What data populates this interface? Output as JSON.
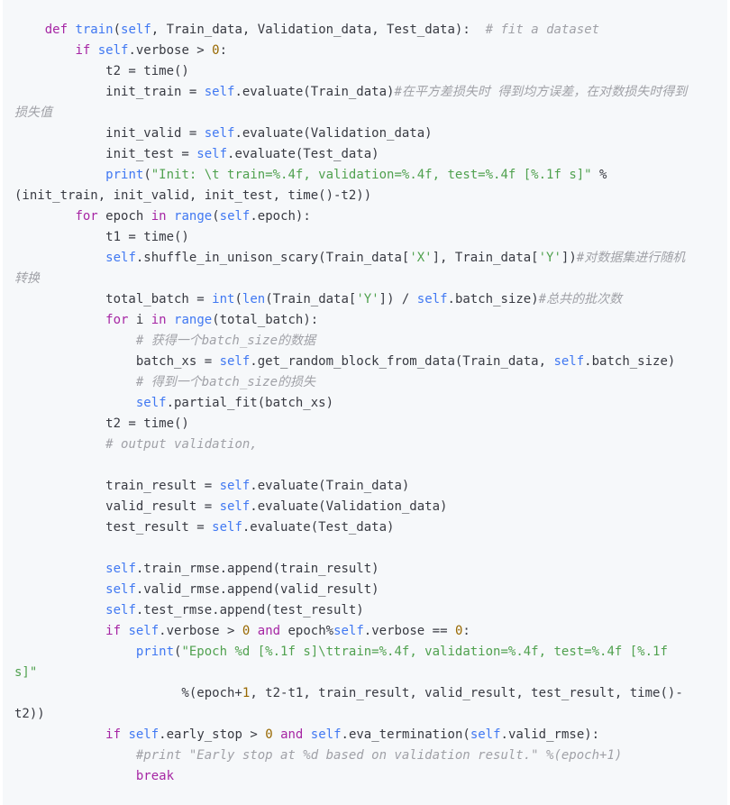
{
  "code": {
    "language": "python",
    "lines": [
      [
        {
          "t": "    ",
          "k": "id"
        },
        {
          "t": "def",
          "k": "kw"
        },
        {
          "t": " ",
          "k": "id"
        },
        {
          "t": "train",
          "k": "fn"
        },
        {
          "t": "(",
          "k": "op"
        },
        {
          "t": "self",
          "k": "self"
        },
        {
          "t": ", Train_data, Validation_data, Test_data):  ",
          "k": "id"
        },
        {
          "t": "# fit a dataset",
          "k": "com"
        }
      ],
      [
        {
          "t": "        ",
          "k": "id"
        },
        {
          "t": "if",
          "k": "kw"
        },
        {
          "t": " ",
          "k": "id"
        },
        {
          "t": "self",
          "k": "self"
        },
        {
          "t": ".verbose > ",
          "k": "id"
        },
        {
          "t": "0",
          "k": "num"
        },
        {
          "t": ":",
          "k": "op"
        }
      ],
      [
        {
          "t": "            t2 = time()",
          "k": "id"
        }
      ],
      [
        {
          "t": "            init_train = ",
          "k": "id"
        },
        {
          "t": "self",
          "k": "self"
        },
        {
          "t": ".evaluate(Train_data)",
          "k": "id"
        },
        {
          "t": "#在平方差损失时 得到均方误差，在对数损失时得到",
          "k": "com"
        }
      ],
      [
        {
          "t": "损失值",
          "k": "com"
        }
      ],
      [
        {
          "t": "            init_valid = ",
          "k": "id"
        },
        {
          "t": "self",
          "k": "self"
        },
        {
          "t": ".evaluate(Validation_data)",
          "k": "id"
        }
      ],
      [
        {
          "t": "            init_test = ",
          "k": "id"
        },
        {
          "t": "self",
          "k": "self"
        },
        {
          "t": ".evaluate(Test_data)",
          "k": "id"
        }
      ],
      [
        {
          "t": "            ",
          "k": "id"
        },
        {
          "t": "print",
          "k": "fn"
        },
        {
          "t": "(",
          "k": "op"
        },
        {
          "t": "\"Init: \\t train=%.4f, validation=%.4f, test=%.4f [%.1f s]\"",
          "k": "str"
        },
        {
          "t": " %",
          "k": "op"
        }
      ],
      [
        {
          "t": "(init_train, init_valid, init_test, time()-t2))",
          "k": "id"
        }
      ],
      [
        {
          "t": "        ",
          "k": "id"
        },
        {
          "t": "for",
          "k": "kw"
        },
        {
          "t": " epoch ",
          "k": "id"
        },
        {
          "t": "in",
          "k": "kw"
        },
        {
          "t": " ",
          "k": "id"
        },
        {
          "t": "range",
          "k": "fn"
        },
        {
          "t": "(",
          "k": "op"
        },
        {
          "t": "self",
          "k": "self"
        },
        {
          "t": ".epoch):",
          "k": "id"
        }
      ],
      [
        {
          "t": "            t1 = time()",
          "k": "id"
        }
      ],
      [
        {
          "t": "            ",
          "k": "id"
        },
        {
          "t": "self",
          "k": "self"
        },
        {
          "t": ".shuffle_in_unison_scary(Train_data[",
          "k": "id"
        },
        {
          "t": "'X'",
          "k": "str"
        },
        {
          "t": "], Train_data[",
          "k": "id"
        },
        {
          "t": "'Y'",
          "k": "str"
        },
        {
          "t": "])",
          "k": "id"
        },
        {
          "t": "#对数据集进行随机",
          "k": "com"
        }
      ],
      [
        {
          "t": "转换",
          "k": "com"
        }
      ],
      [
        {
          "t": "            total_batch = ",
          "k": "id"
        },
        {
          "t": "int",
          "k": "fn"
        },
        {
          "t": "(",
          "k": "op"
        },
        {
          "t": "len",
          "k": "fn"
        },
        {
          "t": "(Train_data[",
          "k": "id"
        },
        {
          "t": "'Y'",
          "k": "str"
        },
        {
          "t": "]) / ",
          "k": "id"
        },
        {
          "t": "self",
          "k": "self"
        },
        {
          "t": ".batch_size)",
          "k": "id"
        },
        {
          "t": "#总共的批次数",
          "k": "com"
        }
      ],
      [
        {
          "t": "            ",
          "k": "id"
        },
        {
          "t": "for",
          "k": "kw"
        },
        {
          "t": " i ",
          "k": "id"
        },
        {
          "t": "in",
          "k": "kw"
        },
        {
          "t": " ",
          "k": "id"
        },
        {
          "t": "range",
          "k": "fn"
        },
        {
          "t": "(total_batch):",
          "k": "id"
        }
      ],
      [
        {
          "t": "                ",
          "k": "id"
        },
        {
          "t": "# 获得一个batch_size的数据",
          "k": "com"
        }
      ],
      [
        {
          "t": "                batch_xs = ",
          "k": "id"
        },
        {
          "t": "self",
          "k": "self"
        },
        {
          "t": ".get_random_block_from_data(Train_data, ",
          "k": "id"
        },
        {
          "t": "self",
          "k": "self"
        },
        {
          "t": ".batch_size)",
          "k": "id"
        }
      ],
      [
        {
          "t": "                ",
          "k": "id"
        },
        {
          "t": "# 得到一个batch_size的损失",
          "k": "com"
        }
      ],
      [
        {
          "t": "                ",
          "k": "id"
        },
        {
          "t": "self",
          "k": "self"
        },
        {
          "t": ".partial_fit(batch_xs)",
          "k": "id"
        }
      ],
      [
        {
          "t": "            t2 = time()",
          "k": "id"
        }
      ],
      [
        {
          "t": "            ",
          "k": "id"
        },
        {
          "t": "# output validation,",
          "k": "com"
        }
      ],
      [
        {
          "t": "",
          "k": "id"
        }
      ],
      [
        {
          "t": "            train_result = ",
          "k": "id"
        },
        {
          "t": "self",
          "k": "self"
        },
        {
          "t": ".evaluate(Train_data)",
          "k": "id"
        }
      ],
      [
        {
          "t": "            valid_result = ",
          "k": "id"
        },
        {
          "t": "self",
          "k": "self"
        },
        {
          "t": ".evaluate(Validation_data)",
          "k": "id"
        }
      ],
      [
        {
          "t": "            test_result = ",
          "k": "id"
        },
        {
          "t": "self",
          "k": "self"
        },
        {
          "t": ".evaluate(Test_data)",
          "k": "id"
        }
      ],
      [
        {
          "t": "",
          "k": "id"
        }
      ],
      [
        {
          "t": "            ",
          "k": "id"
        },
        {
          "t": "self",
          "k": "self"
        },
        {
          "t": ".train_rmse.append(train_result)",
          "k": "id"
        }
      ],
      [
        {
          "t": "            ",
          "k": "id"
        },
        {
          "t": "self",
          "k": "self"
        },
        {
          "t": ".valid_rmse.append(valid_result)",
          "k": "id"
        }
      ],
      [
        {
          "t": "            ",
          "k": "id"
        },
        {
          "t": "self",
          "k": "self"
        },
        {
          "t": ".test_rmse.append(test_result)",
          "k": "id"
        }
      ],
      [
        {
          "t": "            ",
          "k": "id"
        },
        {
          "t": "if",
          "k": "kw"
        },
        {
          "t": " ",
          "k": "id"
        },
        {
          "t": "self",
          "k": "self"
        },
        {
          "t": ".verbose > ",
          "k": "id"
        },
        {
          "t": "0",
          "k": "num"
        },
        {
          "t": " ",
          "k": "id"
        },
        {
          "t": "and",
          "k": "kw"
        },
        {
          "t": " epoch%",
          "k": "id"
        },
        {
          "t": "self",
          "k": "self"
        },
        {
          "t": ".verbose == ",
          "k": "id"
        },
        {
          "t": "0",
          "k": "num"
        },
        {
          "t": ":",
          "k": "op"
        }
      ],
      [
        {
          "t": "                ",
          "k": "id"
        },
        {
          "t": "print",
          "k": "fn"
        },
        {
          "t": "(",
          "k": "op"
        },
        {
          "t": "\"Epoch %d [%.1f s]\\ttrain=%.4f, validation=%.4f, test=%.4f [%.1f",
          "k": "str"
        }
      ],
      [
        {
          "t": "s]\"",
          "k": "str"
        }
      ],
      [
        {
          "t": "                      %(epoch+",
          "k": "id"
        },
        {
          "t": "1",
          "k": "num"
        },
        {
          "t": ", t2-t1, train_result, valid_result, test_result, time()-",
          "k": "id"
        }
      ],
      [
        {
          "t": "t2))",
          "k": "id"
        }
      ],
      [
        {
          "t": "            ",
          "k": "id"
        },
        {
          "t": "if",
          "k": "kw"
        },
        {
          "t": " ",
          "k": "id"
        },
        {
          "t": "self",
          "k": "self"
        },
        {
          "t": ".early_stop > ",
          "k": "id"
        },
        {
          "t": "0",
          "k": "num"
        },
        {
          "t": " ",
          "k": "id"
        },
        {
          "t": "and",
          "k": "kw"
        },
        {
          "t": " ",
          "k": "id"
        },
        {
          "t": "self",
          "k": "self"
        },
        {
          "t": ".eva_termination(",
          "k": "id"
        },
        {
          "t": "self",
          "k": "self"
        },
        {
          "t": ".valid_rmse):",
          "k": "id"
        }
      ],
      [
        {
          "t": "                ",
          "k": "id"
        },
        {
          "t": "#print \"Early stop at %d based on validation result.\" %(epoch+1)",
          "k": "com"
        }
      ],
      [
        {
          "t": "                ",
          "k": "id"
        },
        {
          "t": "break",
          "k": "kw"
        }
      ]
    ]
  }
}
